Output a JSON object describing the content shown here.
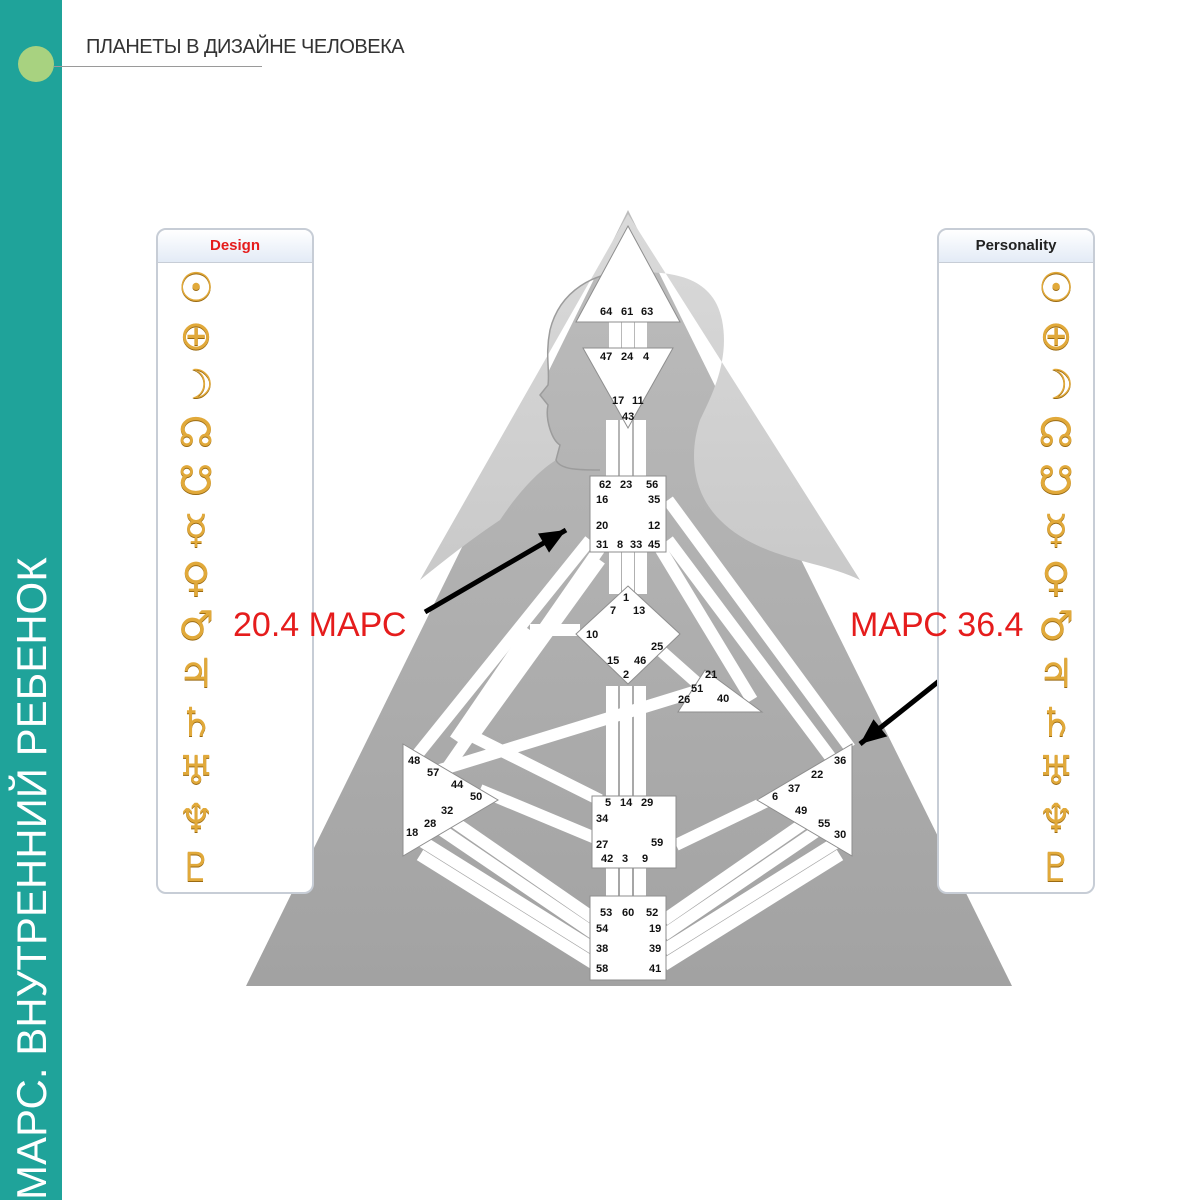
{
  "header": {
    "title": "ПЛАНЕТЫ В ДИЗАЙНЕ ЧЕЛОВЕКА",
    "side_title": "МАРС. ВНУТРЕННИЙ РЕБЕНОК",
    "accent_color": "#1fa39a",
    "dot_color": "#a8d280"
  },
  "panels": {
    "design": {
      "label": "Design",
      "label_color": "#e51c1c"
    },
    "personality": {
      "label": "Personality",
      "label_color": "#222222"
    },
    "symbols": [
      "☉",
      "⊕",
      "☽",
      "☊",
      "☋",
      "☿",
      "♀",
      "♂",
      "♃",
      "♄",
      "♅",
      "♆",
      "♇"
    ],
    "symbol_names": [
      "sun",
      "earth",
      "moon",
      "north-node",
      "south-node",
      "mercury",
      "venus",
      "mars",
      "jupiter",
      "saturn",
      "uranus",
      "neptune",
      "pluto"
    ],
    "symbol_color": "#e1a93a"
  },
  "annotations": {
    "left": "20.4 МАРС",
    "right": "МАРС  36.4",
    "color": "#e51c1c"
  },
  "gates": {
    "head": [
      "64",
      "61",
      "63"
    ],
    "ajna": [
      "47",
      "24",
      "4",
      "17",
      "11",
      "43"
    ],
    "throat": [
      "62",
      "23",
      "56",
      "16",
      "35",
      "20",
      "12",
      "31",
      "8",
      "33",
      "45"
    ],
    "g": [
      "1",
      "7",
      "13",
      "10",
      "25",
      "15",
      "46",
      "2"
    ],
    "heart": [
      "21",
      "51",
      "26",
      "40"
    ],
    "spleen": [
      "48",
      "57",
      "44",
      "50",
      "32",
      "28",
      "18"
    ],
    "sacral": [
      "5",
      "14",
      "29",
      "34",
      "27",
      "59",
      "42",
      "3",
      "9"
    ],
    "solar": [
      "36",
      "22",
      "37",
      "6",
      "49",
      "55",
      "30"
    ],
    "root": [
      "53",
      "60",
      "52",
      "54",
      "19",
      "38",
      "39",
      "58",
      "41"
    ]
  }
}
